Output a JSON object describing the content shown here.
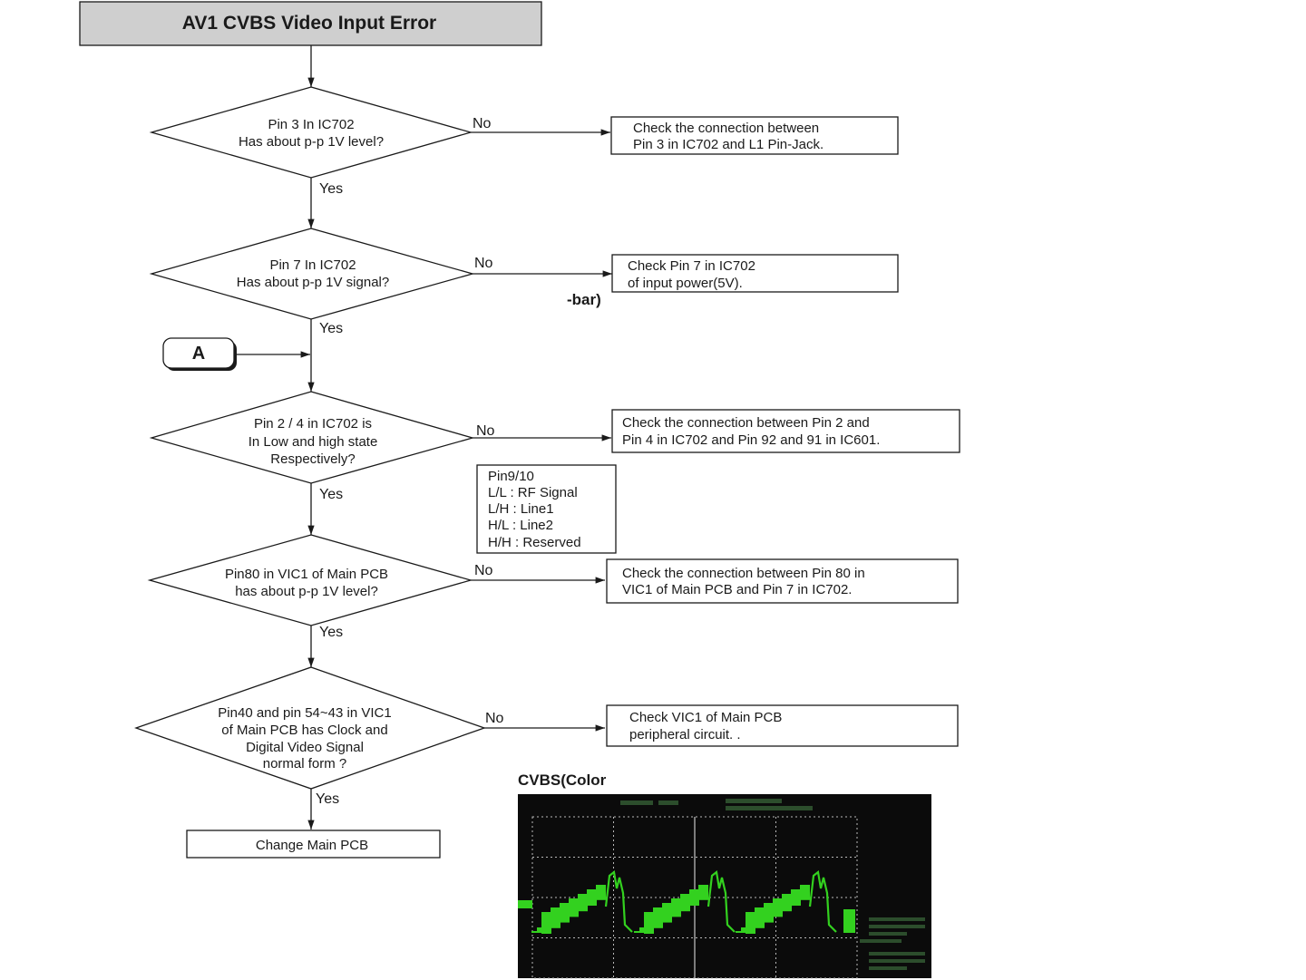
{
  "title": "AV1 CVBS Video Input Error",
  "connector_a": "A",
  "decisions": [
    {
      "lines": [
        "Pin 3 In IC702",
        "Has about p-p 1V level?"
      ],
      "no_label": "No",
      "yes_label": "Yes"
    },
    {
      "lines": [
        "Pin 7 In IC702",
        "Has about p-p 1V signal?"
      ],
      "no_label": "No",
      "yes_label": "Yes"
    },
    {
      "lines": [
        "Pin 2 / 4 in IC702 is",
        "In Low and high state",
        "Respectively?"
      ],
      "no_label": "No",
      "yes_label": "Yes"
    },
    {
      "lines": [
        "Pin80 in VIC1 of Main PCB",
        "has about p-p 1V level?"
      ],
      "no_label": "No",
      "yes_label": "Yes"
    },
    {
      "lines": [
        "Pin40 and pin 54~43 in VIC1",
        "of Main PCB has Clock and",
        "Digital Video Signal",
        "normal form ?"
      ],
      "no_label": "No",
      "yes_label": "Yes"
    }
  ],
  "actions": [
    {
      "lines": [
        "Check the connection between",
        "Pin 3 in IC702 and L1 Pin-Jack."
      ]
    },
    {
      "lines": [
        "Check Pin 7 in IC702",
        "of input power(5V)."
      ]
    },
    {
      "lines": [
        "Check the connection between Pin 2 and",
        "Pin 4 in IC702 and Pin 92 and 91 in IC601."
      ]
    },
    {
      "lines": [
        "Check the connection between Pin 80 in",
        "VIC1 of Main PCB and Pin 7 in IC702."
      ]
    },
    {
      "lines": [
        "Check VIC1 of Main PCB",
        "peripheral circuit. ."
      ]
    }
  ],
  "note": {
    "lines": [
      "Pin9/10",
      "L/L : RF Signal",
      "L/H : Line1",
      "H/L : Line2",
      "H/H : Reserved"
    ]
  },
  "bar_label": "-bar)",
  "final_action": "Change Main PCB",
  "scope": {
    "title": "CVBS(Color",
    "screen_color": "#0b0b0b",
    "trace_color": "#33d11f",
    "grid_color": "#b8b8b8"
  }
}
